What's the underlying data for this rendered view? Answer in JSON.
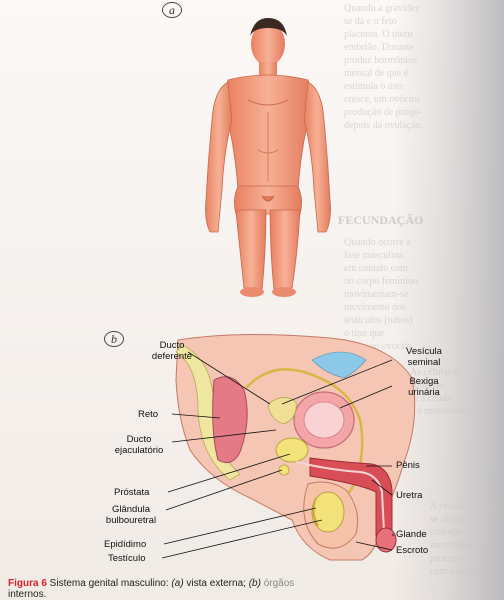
{
  "figure": {
    "panel_a_letter": "a",
    "panel_b_letter": "b",
    "labels": {
      "ducto_deferente": "Ducto\ndeferente",
      "vesicula_seminal": "Vesícula\nseminal",
      "bexiga_urinaria": "Bexiga\nurinária",
      "reto": "Reto",
      "ducto_ejaculatorio": "Ducto\nejaculatório",
      "penis": "Pênis",
      "prostata": "Próstata",
      "uretra": "Uretra",
      "glandula_bulbouretral": "Glândula\nbulbouretral",
      "epididimo": "Epidídimo",
      "glande": "Glande",
      "testiculo": "Testículo",
      "escroto": "Escroto"
    },
    "caption": {
      "figure_label": "Figura 6",
      "text_1": " Sistema genital masculino: ",
      "part_a": "(a)",
      "text_2": " vista externa; ",
      "part_b": "(b)",
      "text_3": " órgãos",
      "text_4": "internos."
    }
  },
  "background_text": {
    "top": "Quando a gravidez\nse dá e o feto\nplacenta. O útero\nembrião. Durante\nproduz hormônios\nmensal de que é\nestimula o úter\ncresce, um ovócito\nprodução de proge-\ndepois da ovulação.",
    "fecundacao_heading": "FECUNDAÇÃO",
    "middle": "Quando ocorre a\nfase masculina\nem contato com\nno corpo feminino\nmovimentam-se\nmovimento dos\ntestículos (tubos)\no tipo que\nchega ao ovócito\ncélula.",
    "lower": "As células da\nconceito\nse a célula\ne o movimento",
    "bottom": "A célula formada\nse dividir e\nembrião. O\nmovimentos\nprocesso de\ncom a parede"
  },
  "colors": {
    "skin": "#f09a7c",
    "skin_dark": "#d9714f",
    "organ_pink": "#e9788a",
    "bladder_yellow": "#f3e27a",
    "bone_yellow": "#efe6a0",
    "caption_red": "#d8202a"
  }
}
